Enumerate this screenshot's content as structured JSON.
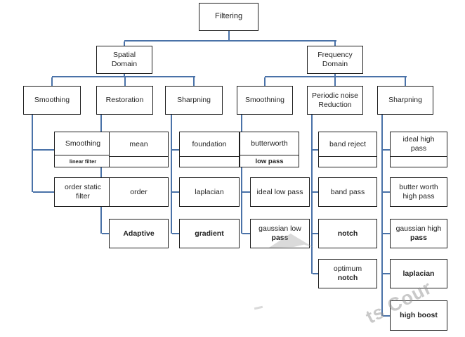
{
  "colors": {
    "connector": "#4a72a8",
    "box_border": "#1f1f1f",
    "text": "#1f1f1f",
    "watermark": "#949494"
  },
  "root": {
    "name": "filtering",
    "lines": [
      {
        "text": "Filtering",
        "bold": false
      }
    ]
  },
  "domains": [
    {
      "name": "spatial-domain",
      "lines": [
        {
          "text": "Spatial",
          "bold": false
        },
        {
          "text": "Domain",
          "bold": false
        }
      ],
      "groups": [
        {
          "name": "smoothing",
          "lines": [
            {
              "text": "Smoothing",
              "bold": false
            }
          ],
          "leaves": [
            {
              "name": "smoothing-linear-filter",
              "lines": [
                {
                  "text": "Smoothing",
                  "bold": false
                }
              ],
              "divider": true,
              "sub": {
                "text": "linear filter",
                "bold": true,
                "small": true
              }
            },
            {
              "name": "order-static-filter",
              "lines": [
                {
                  "text": "order static",
                  "bold": false
                },
                {
                  "text": "filter",
                  "bold": false
                }
              ],
              "divider": false,
              "sub": null
            }
          ]
        },
        {
          "name": "restoration",
          "lines": [
            {
              "text": "Restoration",
              "bold": false
            }
          ],
          "leaves": [
            {
              "name": "mean",
              "lines": [
                {
                  "text": "mean",
                  "bold": false
                }
              ],
              "divider": true,
              "sub": null
            },
            {
              "name": "order",
              "lines": [
                {
                  "text": "order",
                  "bold": false
                }
              ],
              "divider": false,
              "sub": null
            },
            {
              "name": "adaptive",
              "lines": [
                {
                  "text": "Adaptive",
                  "bold": true
                }
              ],
              "divider": false,
              "sub": null
            }
          ]
        },
        {
          "name": "sharpning-spatial",
          "lines": [
            {
              "text": "Sharpning",
              "bold": false
            }
          ],
          "leaves": [
            {
              "name": "foundation",
              "lines": [
                {
                  "text": "foundation",
                  "bold": false
                }
              ],
              "divider": true,
              "sub": null
            },
            {
              "name": "laplacian-spatial",
              "lines": [
                {
                  "text": "laplacian",
                  "bold": false
                }
              ],
              "divider": false,
              "sub": null
            },
            {
              "name": "gradient",
              "lines": [
                {
                  "text": "gradient",
                  "bold": true
                }
              ],
              "divider": false,
              "sub": null
            }
          ]
        }
      ]
    },
    {
      "name": "frequency-domain",
      "lines": [
        {
          "text": "Frequency",
          "bold": false
        },
        {
          "text": "Domain",
          "bold": false
        }
      ],
      "groups": [
        {
          "name": "smoothning",
          "lines": [
            {
              "text": "Smoothning",
              "bold": false
            }
          ],
          "leaves": [
            {
              "name": "butterworth-low-pass",
              "lines": [
                {
                  "text": "butterworth",
                  "bold": false
                }
              ],
              "divider": true,
              "sub": {
                "text": "low pass",
                "bold": true,
                "small": false
              }
            },
            {
              "name": "ideal-low-pass",
              "lines": [
                {
                  "text": "ideal low pass",
                  "bold": false
                }
              ],
              "divider": false,
              "sub": null
            },
            {
              "name": "gaussian-low-pass",
              "lines": [
                {
                  "text": "gaussian low",
                  "bold": false
                },
                {
                  "text": "pass",
                  "bold": true
                }
              ],
              "divider": false,
              "sub": null
            }
          ]
        },
        {
          "name": "periodic-noise-reduction",
          "lines": [
            {
              "text": "Periodic noise",
              "bold": false
            },
            {
              "text": "Reduction",
              "bold": false
            }
          ],
          "leaves": [
            {
              "name": "band-reject",
              "lines": [
                {
                  "text": "band reject",
                  "bold": false
                }
              ],
              "divider": true,
              "sub": null
            },
            {
              "name": "band-pass",
              "lines": [
                {
                  "text": "band pass",
                  "bold": false
                }
              ],
              "divider": false,
              "sub": null
            },
            {
              "name": "notch",
              "lines": [
                {
                  "text": "notch",
                  "bold": true
                }
              ],
              "divider": false,
              "sub": null
            },
            {
              "name": "optimum-notch",
              "lines": [
                {
                  "text": "optimum",
                  "bold": false
                },
                {
                  "text": "notch",
                  "bold": true
                }
              ],
              "divider": false,
              "sub": null
            }
          ]
        },
        {
          "name": "sharpning-frequency",
          "lines": [
            {
              "text": "Sharpning",
              "bold": false
            }
          ],
          "leaves": [
            {
              "name": "ideal-high-pass",
              "lines": [
                {
                  "text": "ideal high",
                  "bold": false
                },
                {
                  "text": "pass",
                  "bold": false
                }
              ],
              "divider": true,
              "sub": null
            },
            {
              "name": "butter-worth-high-pass",
              "lines": [
                {
                  "text": "butter worth",
                  "bold": false
                },
                {
                  "text": "high pass",
                  "bold": false
                }
              ],
              "divider": false,
              "sub": null
            },
            {
              "name": "gaussian-high-pass",
              "lines": [
                {
                  "text": "gaussian high",
                  "bold": false
                },
                {
                  "text": "pass",
                  "bold": true
                }
              ],
              "divider": false,
              "sub": null
            },
            {
              "name": "laplacian-frequency",
              "lines": [
                {
                  "text": "laplacian",
                  "bold": true
                }
              ],
              "divider": false,
              "sub": null
            },
            {
              "name": "high-boost",
              "lines": [
                {
                  "text": "high boost",
                  "bold": true
                }
              ],
              "divider": false,
              "sub": null
            }
          ]
        }
      ]
    }
  ],
  "watermark": {
    "text": "ts Cour"
  }
}
